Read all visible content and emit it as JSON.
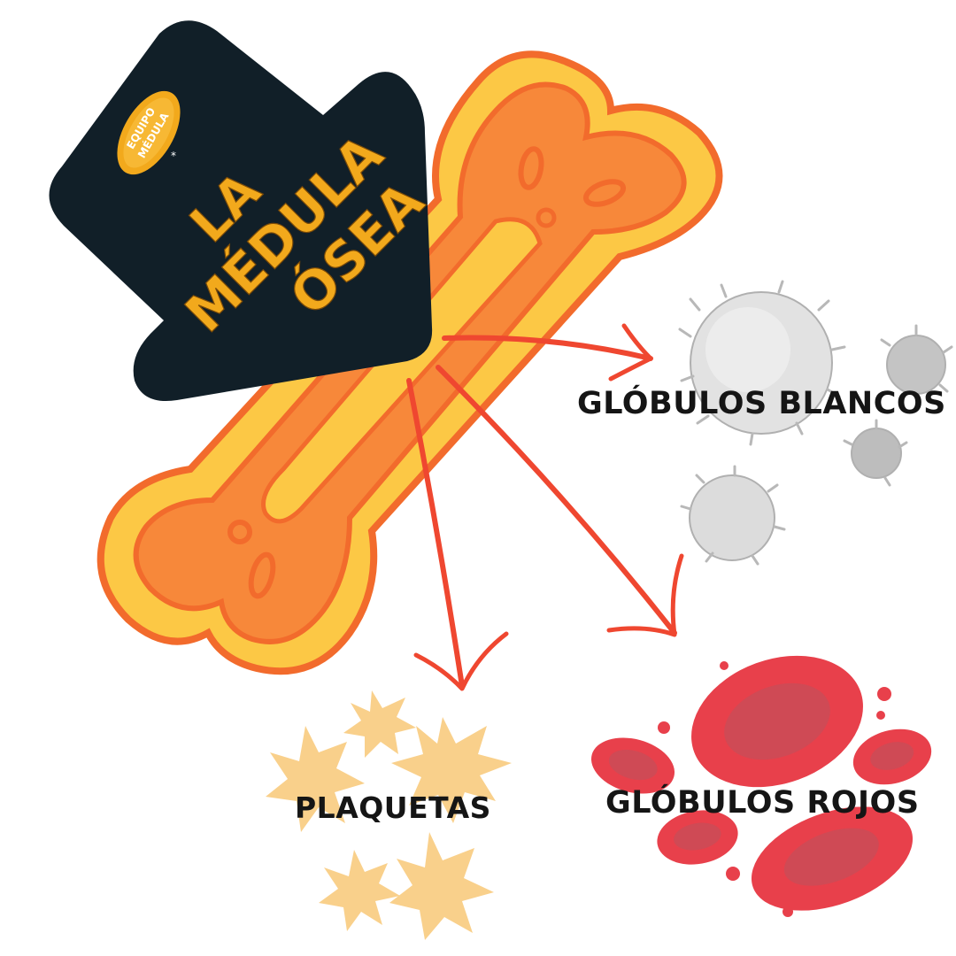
{
  "title": {
    "line1": "LA",
    "line2": "MÉDULA",
    "line3": "ÓSEA"
  },
  "badge": {
    "line1": "EQUIPO",
    "line2": "MÉDULA"
  },
  "labels": {
    "white_cells": "GLÓBULOS BLANCOS",
    "platelets": "PLAQUETAS",
    "red_cells": "GLÓBULOS ROJOS"
  },
  "colors": {
    "arrow_bg": "#111f28",
    "title_text": "#f2a91c",
    "bone_outer": "#fcc845",
    "bone_inner": "#f7883a",
    "bone_line": "#f26b2c",
    "pointer": "#ef4730",
    "white_cell": "#d9d9d9",
    "platelet": "#f9d08b",
    "red_cell": "#e8404b",
    "label_text": "#151515"
  }
}
